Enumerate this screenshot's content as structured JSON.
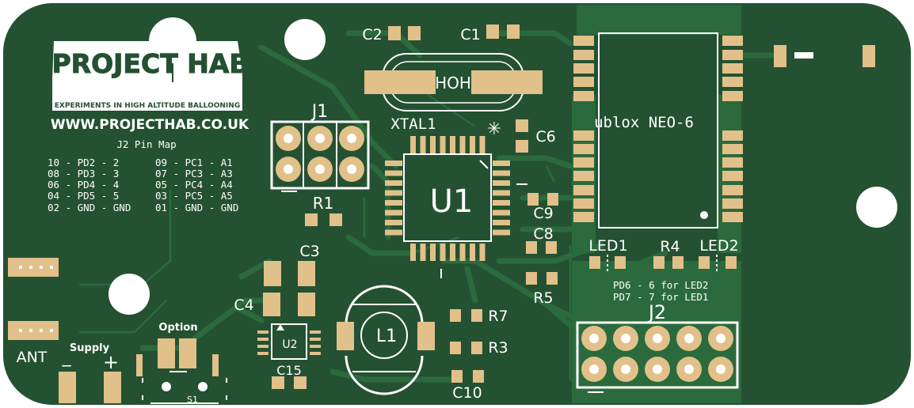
{
  "colors": {
    "board": "#245131",
    "copper": "#2b6a3c",
    "pad": "#e1c08a",
    "silk": "#ffffff",
    "hole": "#ffffff"
  },
  "logo": {
    "title": "PROJECT HAB",
    "tagline": "EXPERIMENTS IN HIGH ALTITUDE BALLOONING",
    "url": "WWW.PROJECTHAB.CO.UK"
  },
  "pinmap": {
    "title": "J2 Pin Map",
    "left": [
      "10 - PD2 - 2",
      "08 - PD3 - 3",
      "06 - PD4 - 4",
      "04 - PD5 - 5",
      "02 - GND - GND"
    ],
    "right": [
      "09 - PC1 - A1",
      "07 - PC3 - A3",
      "05 - PC4 - A4",
      "03 - PC5 - A5",
      "01 - GND - GND"
    ]
  },
  "labels": {
    "j1": "J1",
    "j2": "J2",
    "r1": "R1",
    "c1": "C1",
    "c2": "C2",
    "c3": "C3",
    "c4": "C4",
    "c6": "C6",
    "c8": "C8",
    "c9": "C9",
    "c10": "C10",
    "c15": "C15",
    "r3": "R3",
    "r4": "R4",
    "r5": "R5",
    "r7": "R7",
    "xtal1": "XTAL1",
    "xtal_marking": "HOH",
    "u1": "U1",
    "u2": "U2",
    "l1": "L1",
    "led1": "LED1",
    "led2": "LED2",
    "gps": "ublox NEO-6",
    "ant": "ANT",
    "supply": "Supply",
    "option": "Option",
    "s1": "S1",
    "minus": "_",
    "plus": "+"
  },
  "led_note": [
    "PD6 - 6 for LED2",
    "PD7 - 7 for LED1"
  ]
}
